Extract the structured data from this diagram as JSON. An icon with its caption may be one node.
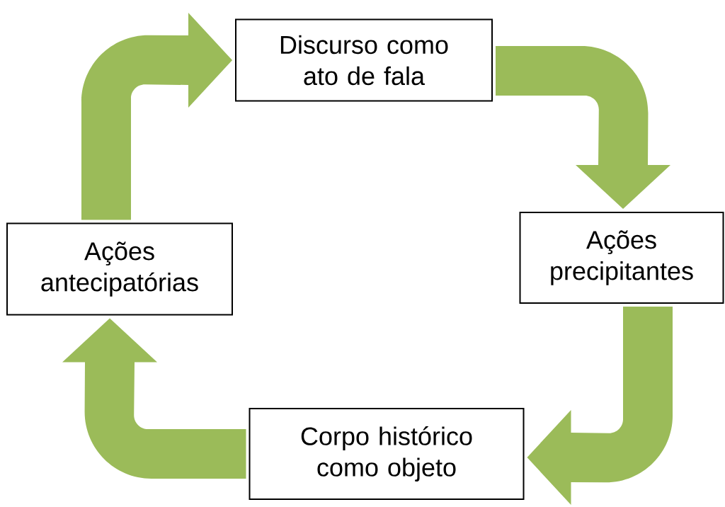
{
  "diagram": {
    "nodes": [
      {
        "text": [
          "Discurso como ato de fala"
        ]
      },
      {
        "text": [
          "Ações precipitantes"
        ]
      },
      {
        "text": [
          "Corpo histórico como objeto"
        ]
      },
      {
        "text": [
          "Ações antecipatórias"
        ]
      }
    ],
    "edges": [
      {
        "from": 0,
        "to": 1,
        "arrow": "to"
      },
      {
        "from": 1,
        "to": 2,
        "arrow": "to"
      },
      {
        "from": 2,
        "to": 3,
        "arrow": "to"
      },
      {
        "from": 3,
        "to": 0,
        "arrow": "to"
      }
    ]
  }
}
